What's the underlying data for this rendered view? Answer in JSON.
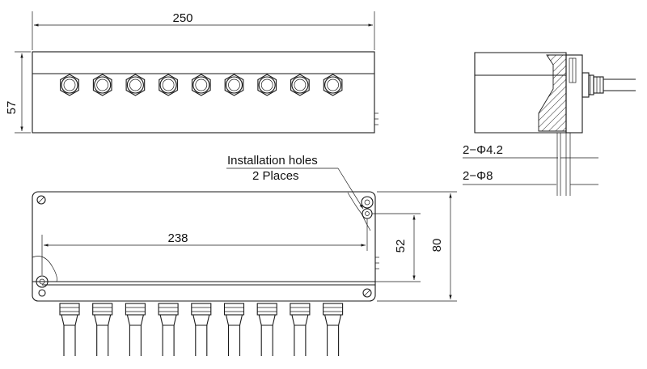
{
  "dimensions": {
    "width_top": "250",
    "height_front": "57",
    "hole_spacing": "238",
    "hole_vertical": "52",
    "depth": "80"
  },
  "callout": {
    "line1": "Installation holes",
    "line2": "2 Places"
  },
  "side_view": {
    "hole_small": "2−Φ4.2",
    "hole_large": "2−Φ8"
  },
  "gland_count": 9
}
